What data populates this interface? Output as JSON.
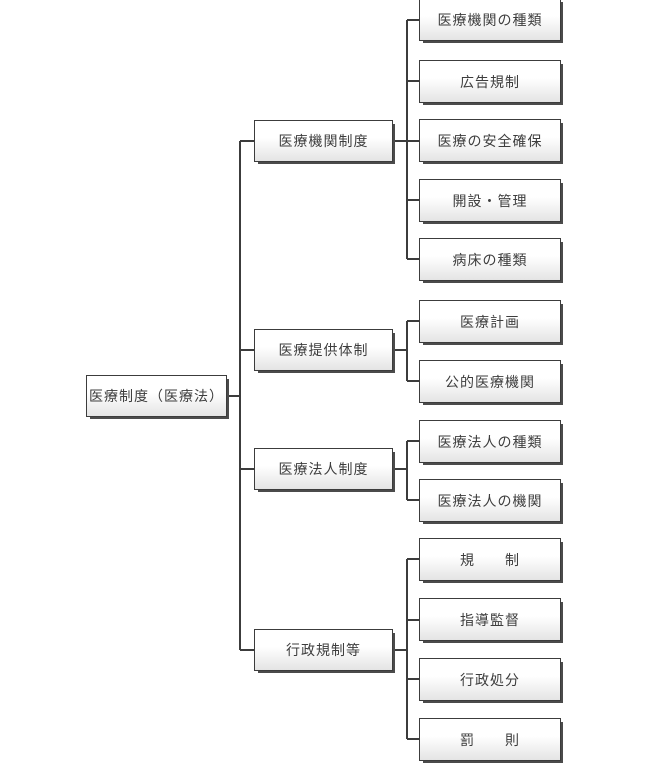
{
  "diagram": {
    "title_hint": "医療制度（医療法）の体系図",
    "colors": {
      "background": "#ffffff",
      "box_border": "#3c3c3c",
      "box_shadow": "#4b4b4b",
      "box_fill_top": "#ffffff",
      "box_fill_bottom": "#e4e4e4",
      "connector_line": "#3c3c3c",
      "text": "#3d3d3d"
    },
    "root": {
      "label": "医療制度（医療法）"
    },
    "branches": [
      {
        "label": "医療機関制度",
        "children": [
          {
            "label": "医療機関の種類"
          },
          {
            "label": "広告規制"
          },
          {
            "label": "医療の安全確保"
          },
          {
            "label": "開設・管理"
          },
          {
            "label": "病床の種類"
          }
        ]
      },
      {
        "label": "医療提供体制",
        "children": [
          {
            "label": "医療計画"
          },
          {
            "label": "公的医療機関"
          }
        ]
      },
      {
        "label": "医療法人制度",
        "children": [
          {
            "label": "医療法人の種類"
          },
          {
            "label": "医療法人の機関"
          }
        ]
      },
      {
        "label": "行政規制等",
        "children": [
          {
            "label": "規　　制"
          },
          {
            "label": "指導監督"
          },
          {
            "label": "行政処分"
          },
          {
            "label": "罰　　則"
          }
        ]
      }
    ]
  }
}
